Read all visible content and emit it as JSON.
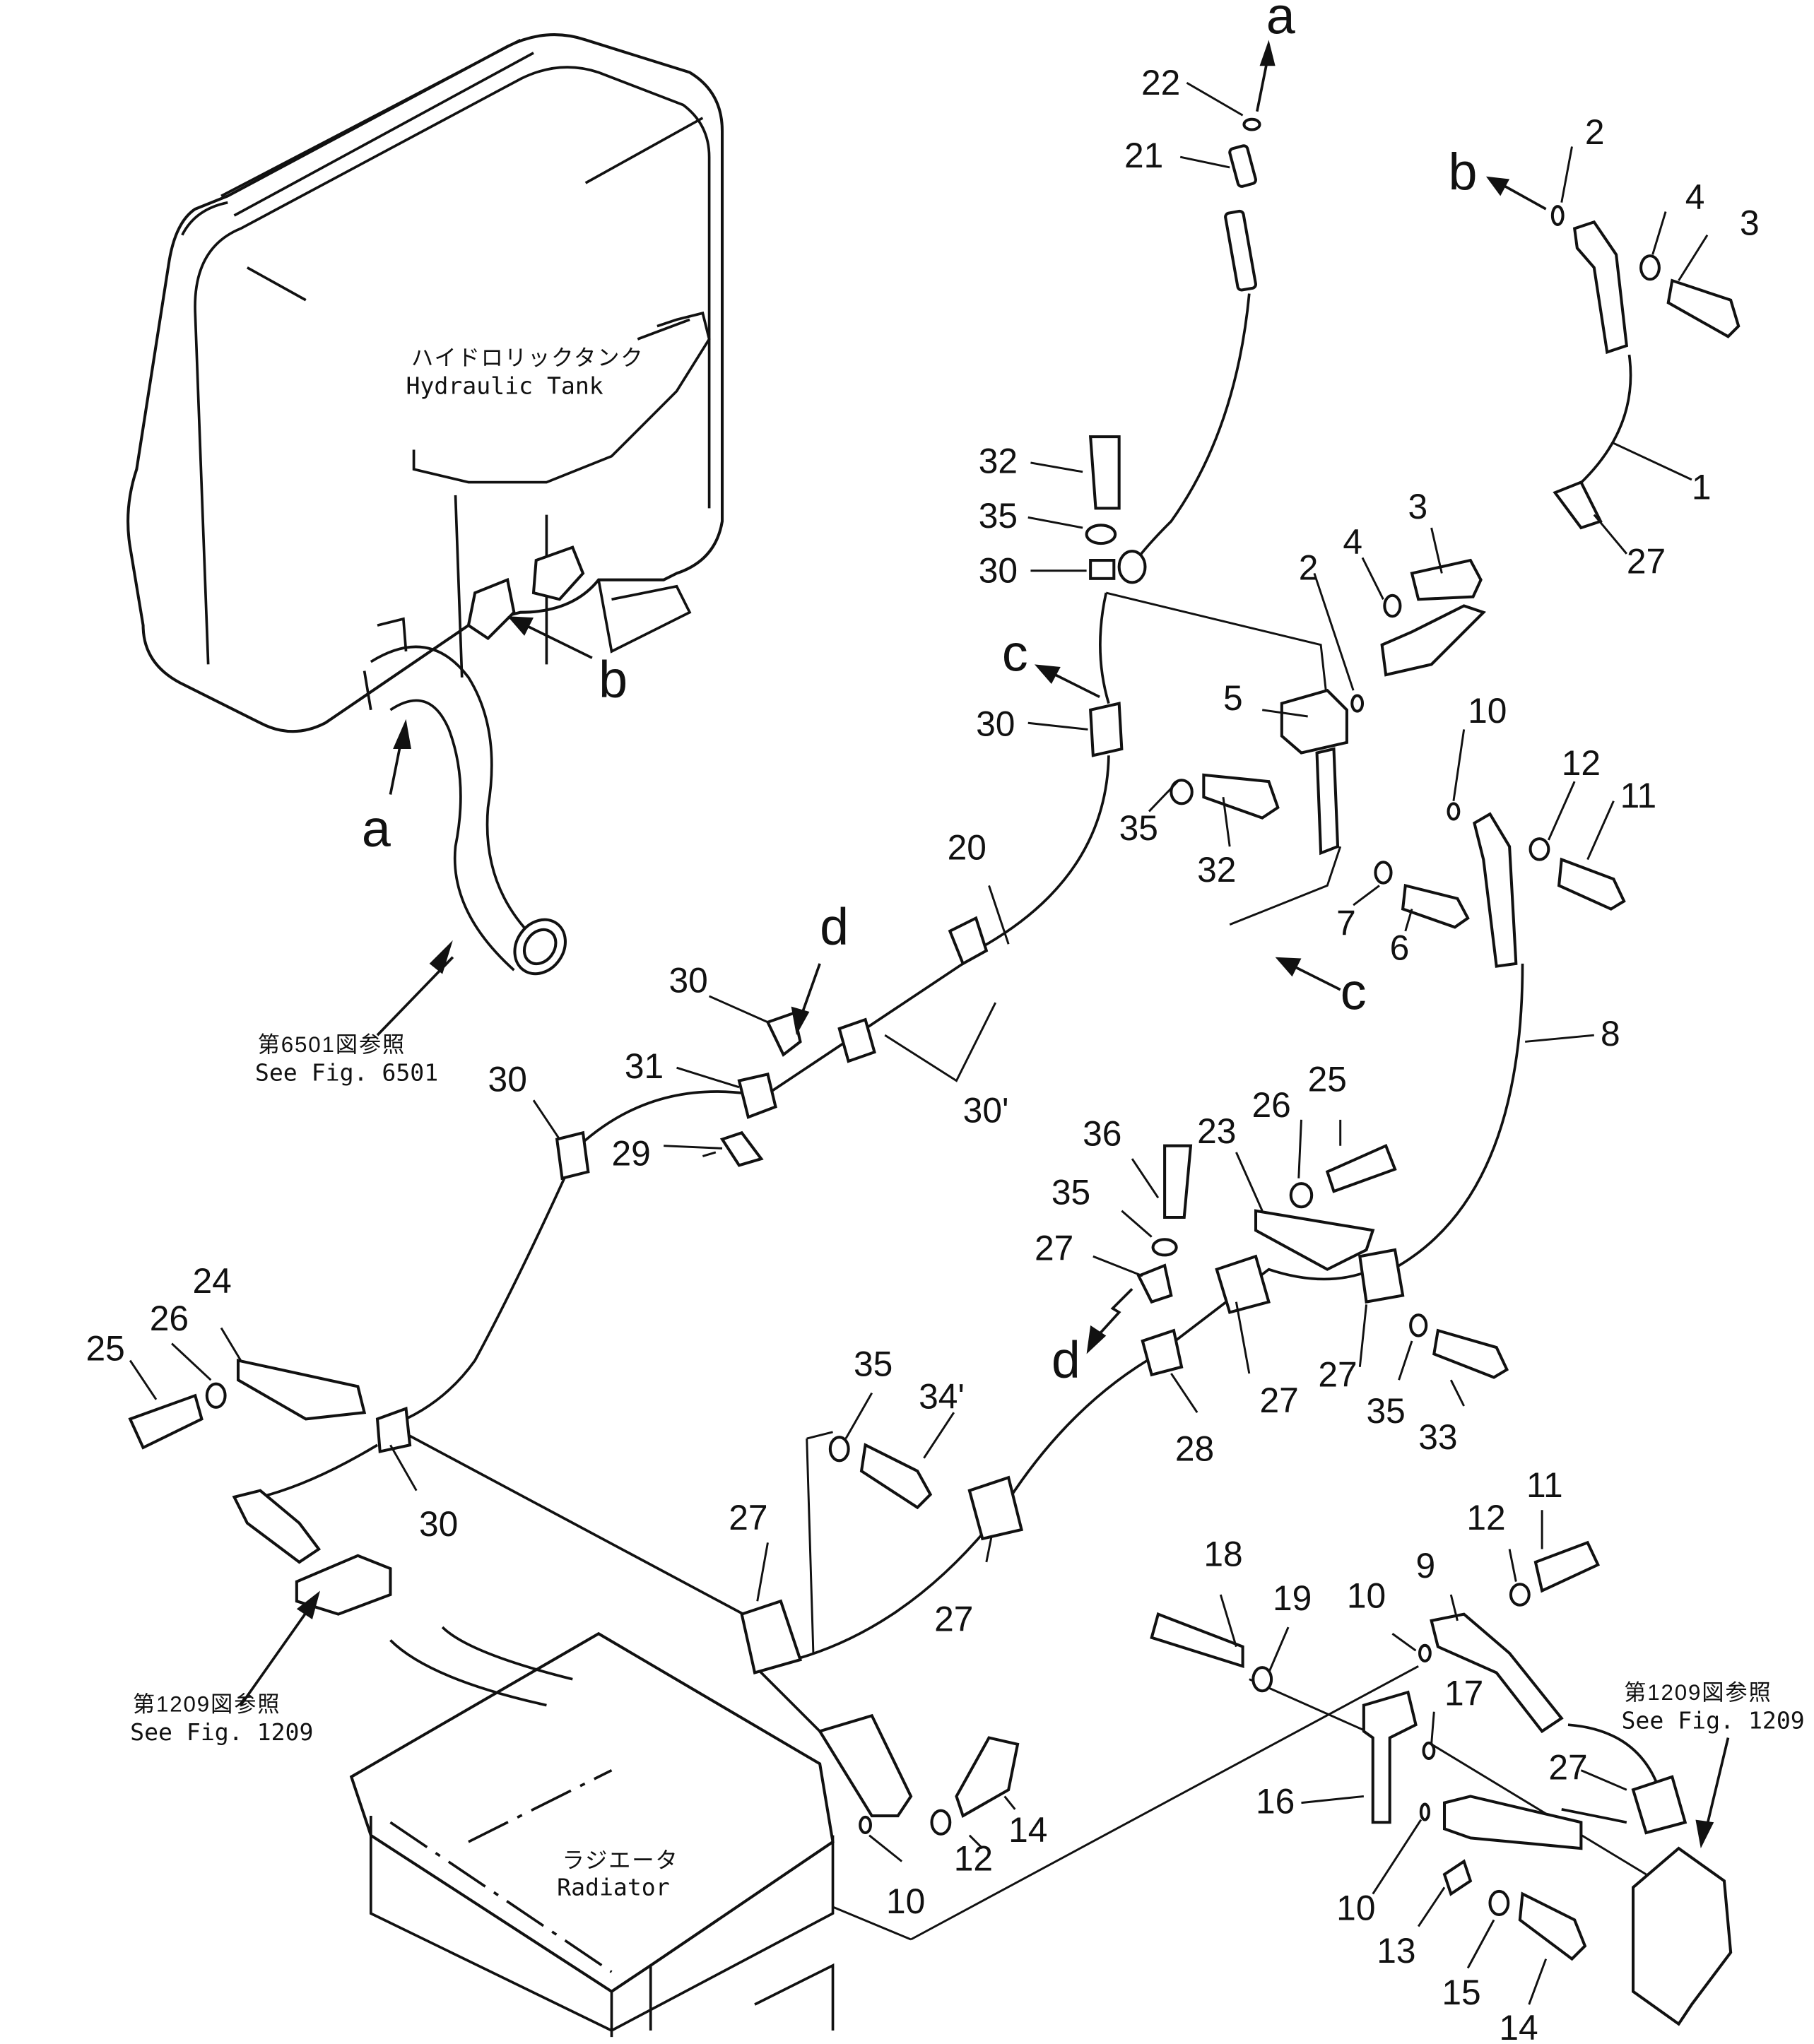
{
  "diagram": {
    "type": "exploded-parts-diagram",
    "colors": {
      "ink": "#111111",
      "paper": "#ffffff"
    },
    "components": {
      "hydraulic_tank": {
        "label_jp": "ハイドロリックタンク",
        "label_en": "Hydraulic Tank"
      },
      "radiator": {
        "label_jp": "ラジエータ",
        "label_en": "Radiator"
      }
    },
    "references": [
      {
        "id": "ref-6501",
        "label_jp": "第6501図参照",
        "label_en": "See Fig. 6501"
      },
      {
        "id": "ref-1209-left",
        "label_jp": "第1209図参照",
        "label_en": "See Fig. 1209"
      },
      {
        "id": "ref-1209-right",
        "label_jp": "第1209図参照",
        "label_en": "See Fig. 1209"
      }
    ],
    "connection_letters": [
      "a",
      "a",
      "b",
      "b",
      "c",
      "c",
      "d",
      "d"
    ],
    "callouts": [
      "22",
      "21",
      "2",
      "4",
      "3",
      "32",
      "35",
      "30",
      "1",
      "27",
      "3",
      "4",
      "2",
      "30",
      "5",
      "10",
      "12",
      "11",
      "35",
      "32",
      "7",
      "6",
      "20",
      "30",
      "d",
      "31",
      "30'",
      "8",
      "30",
      "29",
      "36",
      "25",
      "26",
      "23",
      "35",
      "27",
      "24",
      "25",
      "26",
      "27",
      "27",
      "35",
      "33",
      "35",
      "34'",
      "28",
      "30",
      "27",
      "27",
      "11",
      "12",
      "18",
      "19",
      "10",
      "9",
      "17",
      "14",
      "12",
      "16",
      "27",
      "10",
      "10",
      "13",
      "15",
      "14"
    ]
  }
}
